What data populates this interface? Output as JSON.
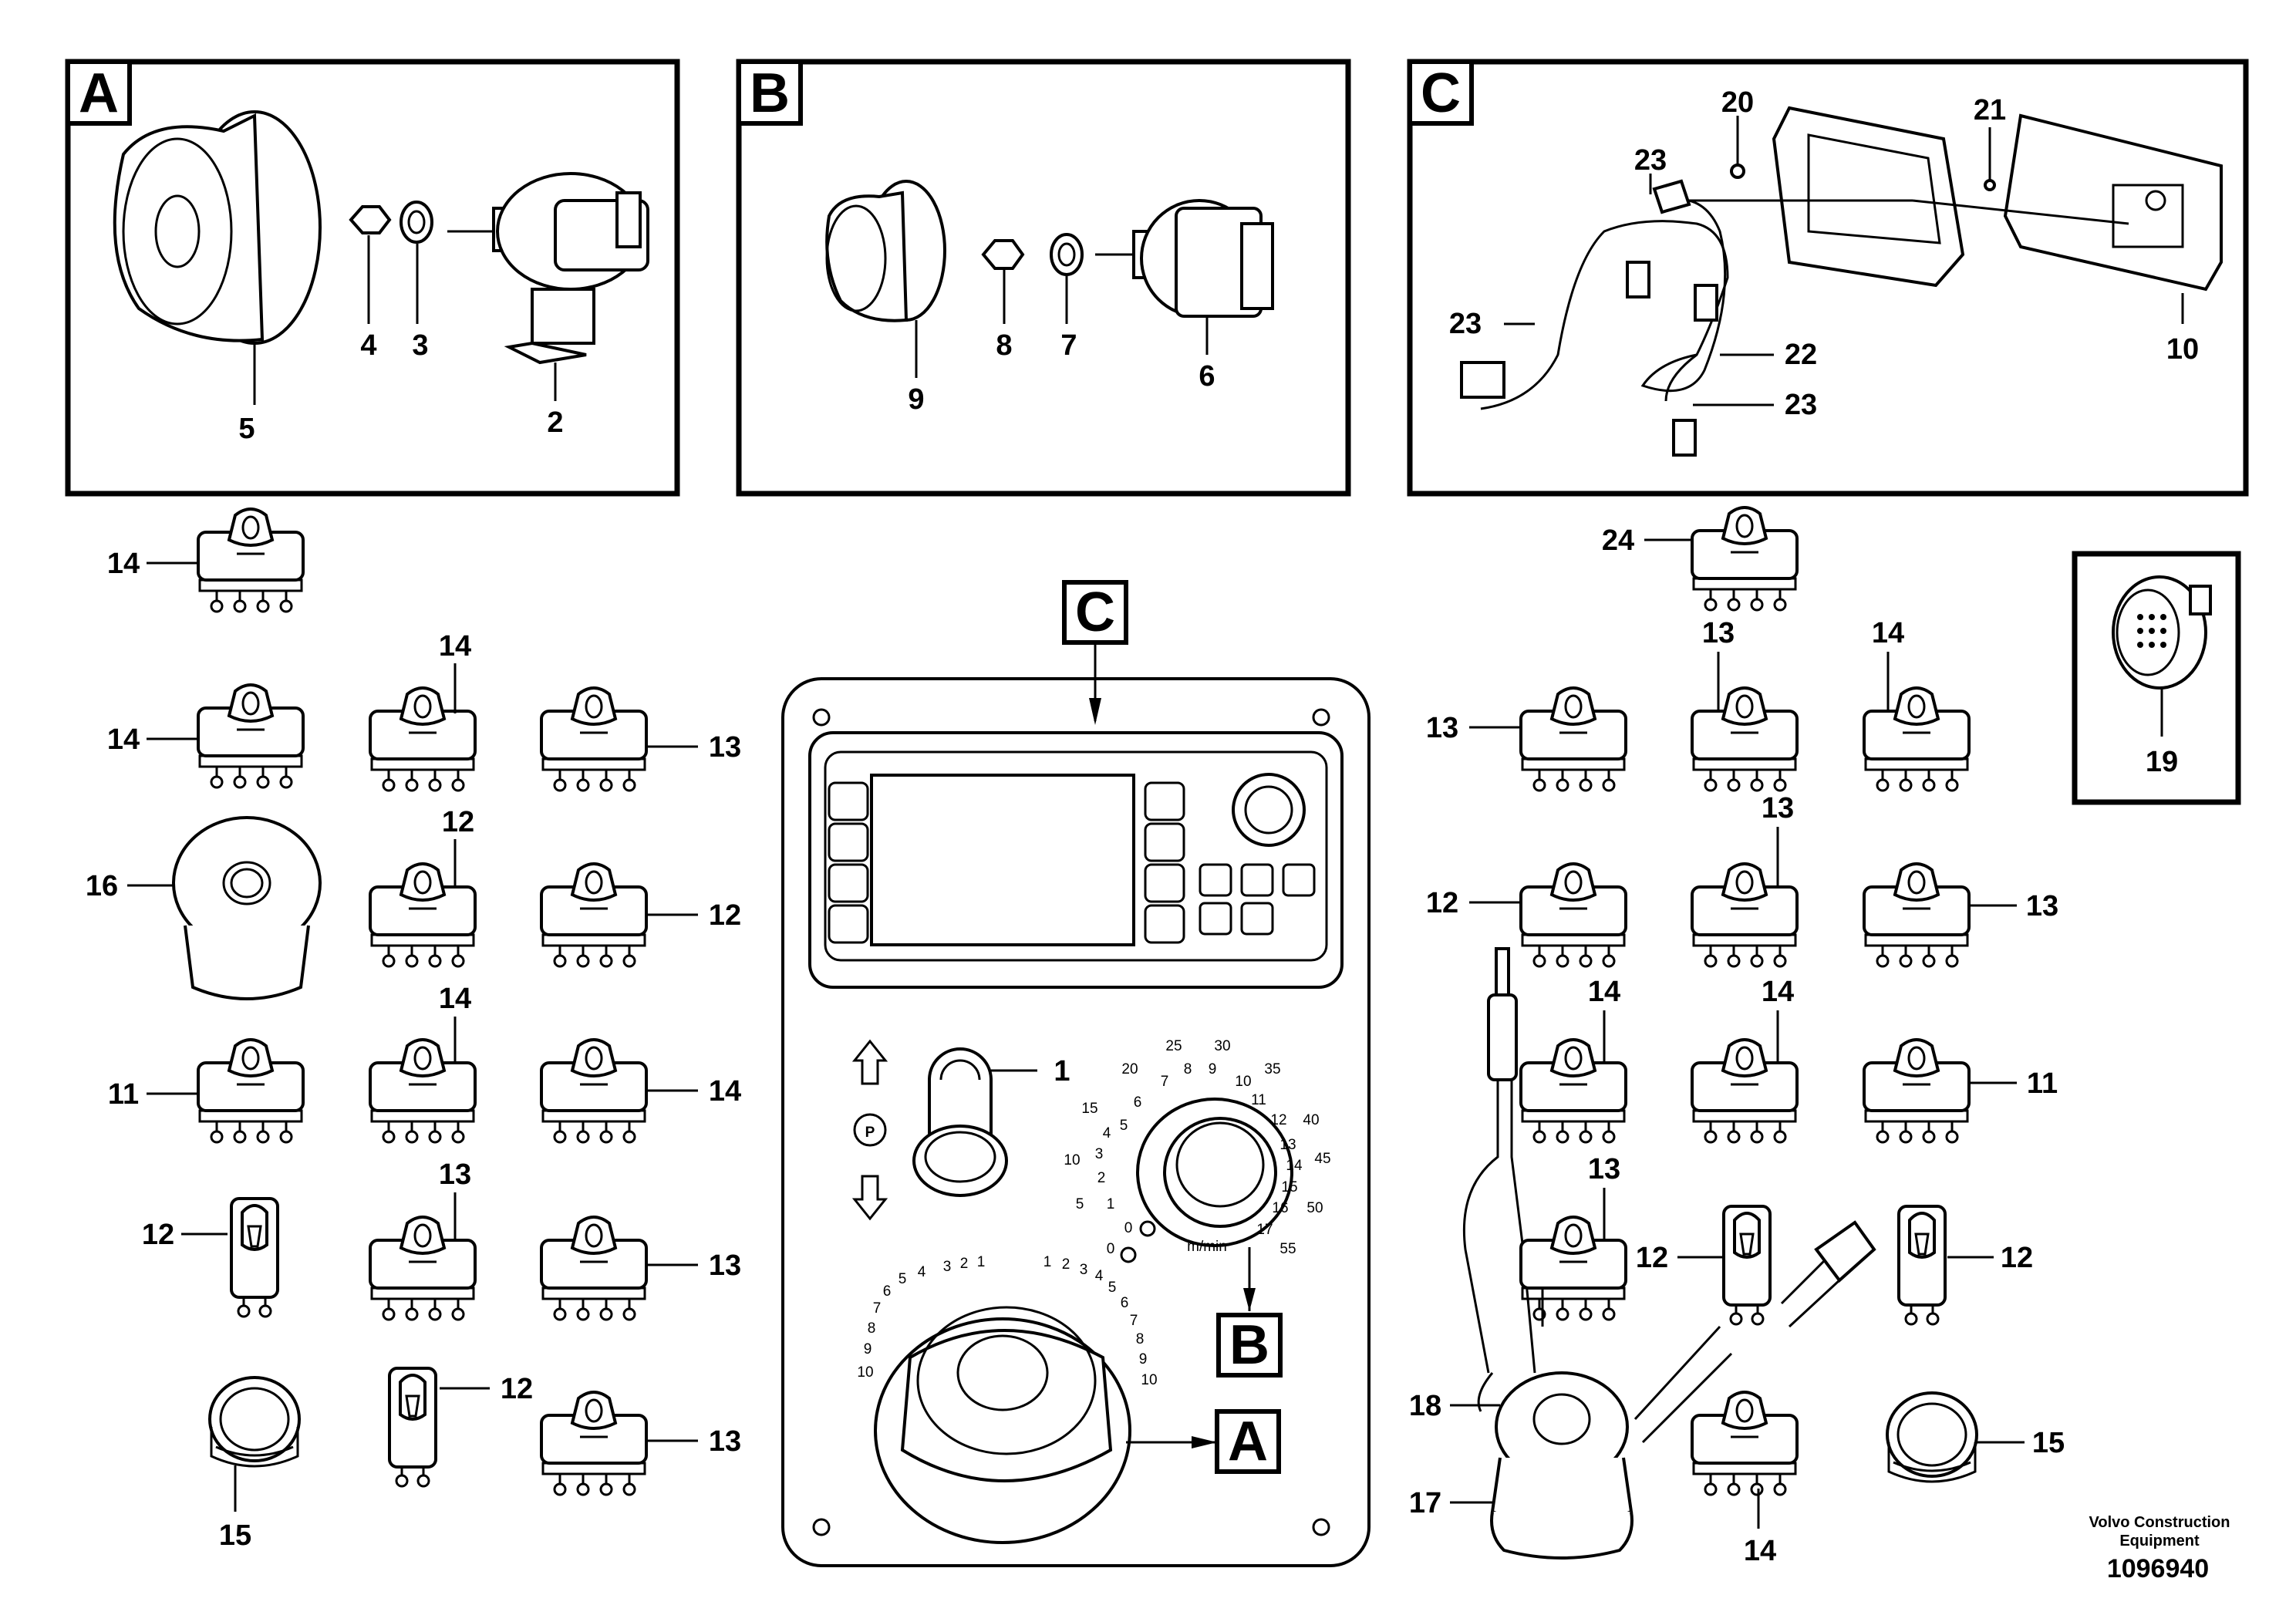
{
  "detail_boxes": [
    {
      "letter": "A",
      "parts": [
        "5",
        "4",
        "3",
        "2"
      ]
    },
    {
      "letter": "B",
      "parts": [
        "9",
        "8",
        "7",
        "6"
      ]
    },
    {
      "letter": "C",
      "parts": [
        "20",
        "21",
        "23",
        "23",
        "22",
        "23",
        "10"
      ]
    }
  ],
  "inset_19": {
    "part": "19"
  },
  "left_column": [
    {
      "row": 1,
      "parts": [
        "14"
      ]
    },
    {
      "row": 2,
      "parts": [
        "14",
        "14",
        "13"
      ]
    },
    {
      "row": 3,
      "parts": [
        "16",
        "12",
        "12"
      ]
    },
    {
      "row": 4,
      "parts": [
        "11",
        "14",
        "14"
      ]
    },
    {
      "row": 5,
      "parts": [
        "12",
        "13",
        "13"
      ]
    },
    {
      "row": 6,
      "parts": [
        "15",
        "12",
        "13"
      ]
    }
  ],
  "panel": {
    "callouts": [
      "C",
      "1",
      "B",
      "A"
    ],
    "speed_unit": "m/min",
    "speed_dial_numbers": [
      "25",
      "30",
      "20",
      "8",
      "9",
      "35",
      "7",
      "10",
      "15",
      "6",
      "11",
      "12",
      "40",
      "4",
      "5",
      "13",
      "3",
      "14",
      "45",
      "10",
      "2",
      "15",
      "5",
      "1",
      "16",
      "50",
      "0",
      "17",
      "0",
      "55"
    ],
    "knob_left_numbers": [
      "3",
      "2",
      "1",
      "4",
      "5",
      "6",
      "7",
      "8",
      "9",
      "10"
    ],
    "knob_right_numbers": [
      "1",
      "2",
      "3",
      "4",
      "5",
      "6",
      "7",
      "8",
      "9",
      "10"
    ]
  },
  "right_column": [
    {
      "row": 1,
      "parts": [
        "24"
      ]
    },
    {
      "row": 2,
      "parts": [
        "13",
        "13",
        "14"
      ]
    },
    {
      "row": 3,
      "parts": [
        "12",
        "13",
        "13"
      ]
    },
    {
      "row": 4,
      "parts": [
        "14",
        "14",
        "11"
      ]
    },
    {
      "row": 5,
      "parts": [
        "13",
        "12",
        "12"
      ]
    },
    {
      "row": 6,
      "parts": [
        "18",
        "17",
        "14",
        "15"
      ]
    }
  ],
  "footer": {
    "brand_line1": "Volvo Construction",
    "brand_line2": "Equipment",
    "drawing_number": "1096940"
  }
}
